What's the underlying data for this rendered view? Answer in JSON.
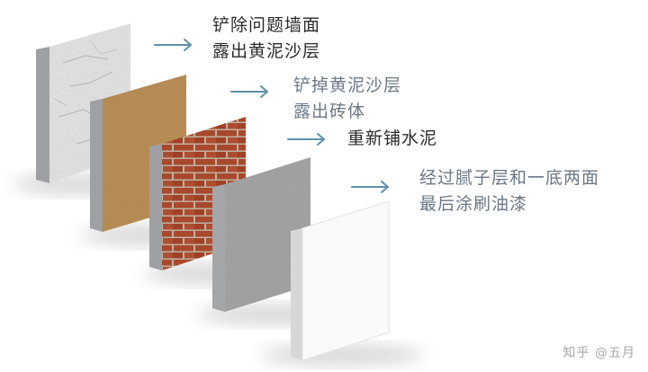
{
  "layers": [
    {
      "name": "plaster-layer",
      "lines": [
        "铲除问题墙面",
        "露出黄泥沙层"
      ],
      "tone": "dark"
    },
    {
      "name": "sand-layer",
      "lines": [
        "铲掉黄泥沙层",
        "露出砖体"
      ],
      "tone": "muted"
    },
    {
      "name": "brick-layer",
      "lines": [
        "重新铺水泥"
      ],
      "tone": "dark"
    },
    {
      "name": "cement-layer",
      "lines": [
        "经过腻子层和一底两面",
        "最后涂刷油漆"
      ],
      "tone": "muted"
    },
    {
      "name": "paint-layer",
      "lines": [],
      "tone": "dark"
    }
  ],
  "watermark": "知乎 @五月",
  "colors": {
    "arrow": "#5f8fa8",
    "plaster": "#e4e4e4",
    "sand": "#b98a52",
    "brick": "#b04a2e",
    "mortar": "#d8c9b6",
    "cement": "#9a9a9a",
    "paint": "#fbfbfb"
  }
}
